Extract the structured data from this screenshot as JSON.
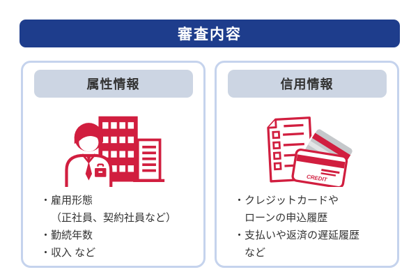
{
  "header": {
    "title": "審査内容"
  },
  "colors": {
    "accent_blue": "#1e3d8c",
    "accent_red": "#d11e3f",
    "pill_bg": "#ccd5e3",
    "panel_border": "#c5d3ed",
    "card_gray": "#c5c8cb"
  },
  "panels": {
    "left": {
      "title": "属性情報",
      "icon": "businessman-office-building-icon",
      "lines": [
        {
          "bullet": "・",
          "text": "雇用形態"
        },
        {
          "bullet": "",
          "text": "（正社員、契約社員など）"
        },
        {
          "bullet": "・",
          "text": "勤続年数"
        },
        {
          "bullet": "・",
          "text": "収入 など"
        }
      ]
    },
    "right": {
      "title": "信用情報",
      "icon": "checklist-credit-cards-icon",
      "card_label": "CREDIT",
      "lines": [
        {
          "bullet": "・",
          "text": "クレジットカードや"
        },
        {
          "bullet": "",
          "text": "ローンの申込履歴"
        },
        {
          "bullet": "・",
          "text": "支払いや返済の遅延履歴"
        },
        {
          "bullet": "",
          "text": "など"
        }
      ]
    }
  }
}
